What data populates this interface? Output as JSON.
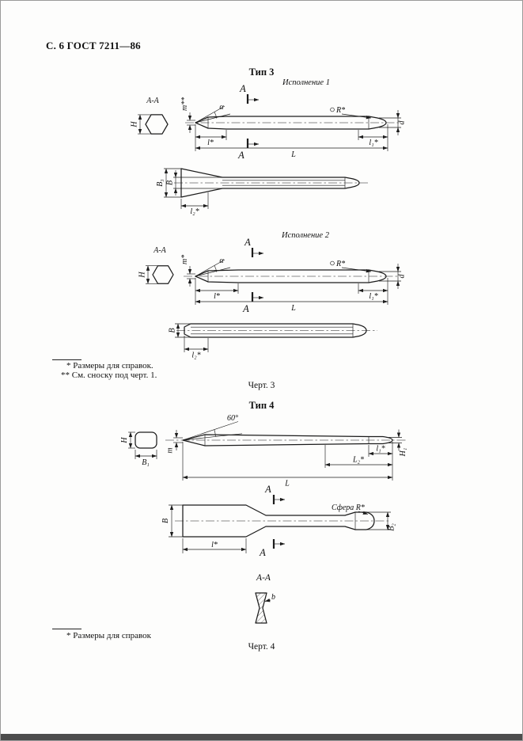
{
  "page": {
    "header": "С. 6 ГОСТ 7211—86"
  },
  "type3": {
    "title": "Тип 3",
    "v1": {
      "label": "Исполнение 1",
      "section": "А-А",
      "H": "H",
      "m": "m**",
      "alpha": "α",
      "a_top": "А",
      "a_bottom": "А",
      "r": "R*",
      "d": "d",
      "l": "l*",
      "L": "L",
      "l1": "l₁*"
    },
    "v1top": {
      "b3": "В₃",
      "b": "В",
      "l2": "l₂*"
    },
    "v2": {
      "label": "Исполнение 2",
      "section": "А-А",
      "H": "H",
      "m": "m*",
      "alpha": "α",
      "a_top": "А",
      "a_bottom": "А",
      "r": "R*",
      "d": "d",
      "l": "l*",
      "L": "L",
      "l1": "l₁*"
    },
    "v2top": {
      "b": "В",
      "l2": "l₂*"
    },
    "footnote1": "*  Размеры для справок.",
    "footnote2": "**  См. сноску под черт. 1.",
    "caption": "Черт. 3"
  },
  "type4": {
    "title": "Тип 4",
    "side": {
      "angle": "60°",
      "H": "H",
      "b1": "В₁",
      "m": "m",
      "l1": "l₁*",
      "L2": "L₂*",
      "H1": "H₁",
      "L": "L"
    },
    "top": {
      "a_top": "А",
      "a_bottom": "А",
      "b": "В",
      "sphere": "Сфера R*",
      "l": "l*",
      "b2": "В₂"
    },
    "section": {
      "title": "А-А",
      "b": "b"
    },
    "footnote": "*  Размеры для справок",
    "caption": "Черт. 4"
  }
}
